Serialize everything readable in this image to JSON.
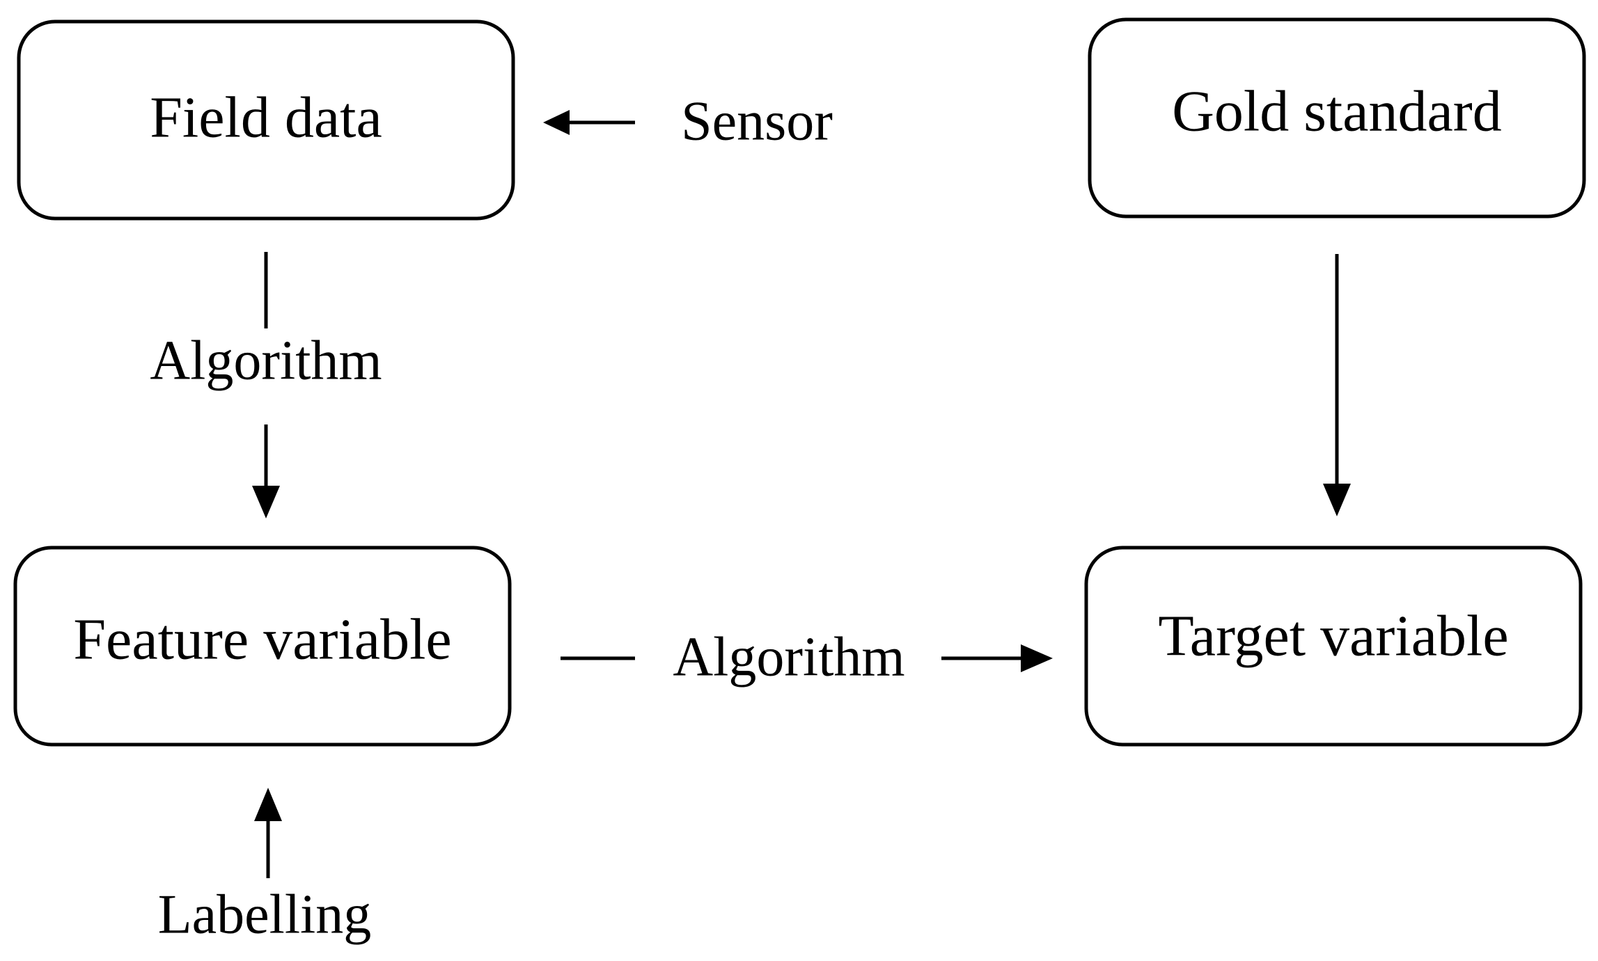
{
  "nodes": {
    "field_data": {
      "label": "Field data"
    },
    "gold_standard": {
      "label": "Gold standard"
    },
    "feature_variable": {
      "label": "Feature variable"
    },
    "target_variable": {
      "label": "Target variable"
    }
  },
  "edges": {
    "sensor_to_field": {
      "label": "Sensor"
    },
    "field_to_feature": {
      "label": "Algorithm"
    },
    "gold_to_target": {
      "label": ""
    },
    "feature_to_target": {
      "label": "Algorithm"
    },
    "labelling_to_feature": {
      "label": "Labelling"
    }
  }
}
